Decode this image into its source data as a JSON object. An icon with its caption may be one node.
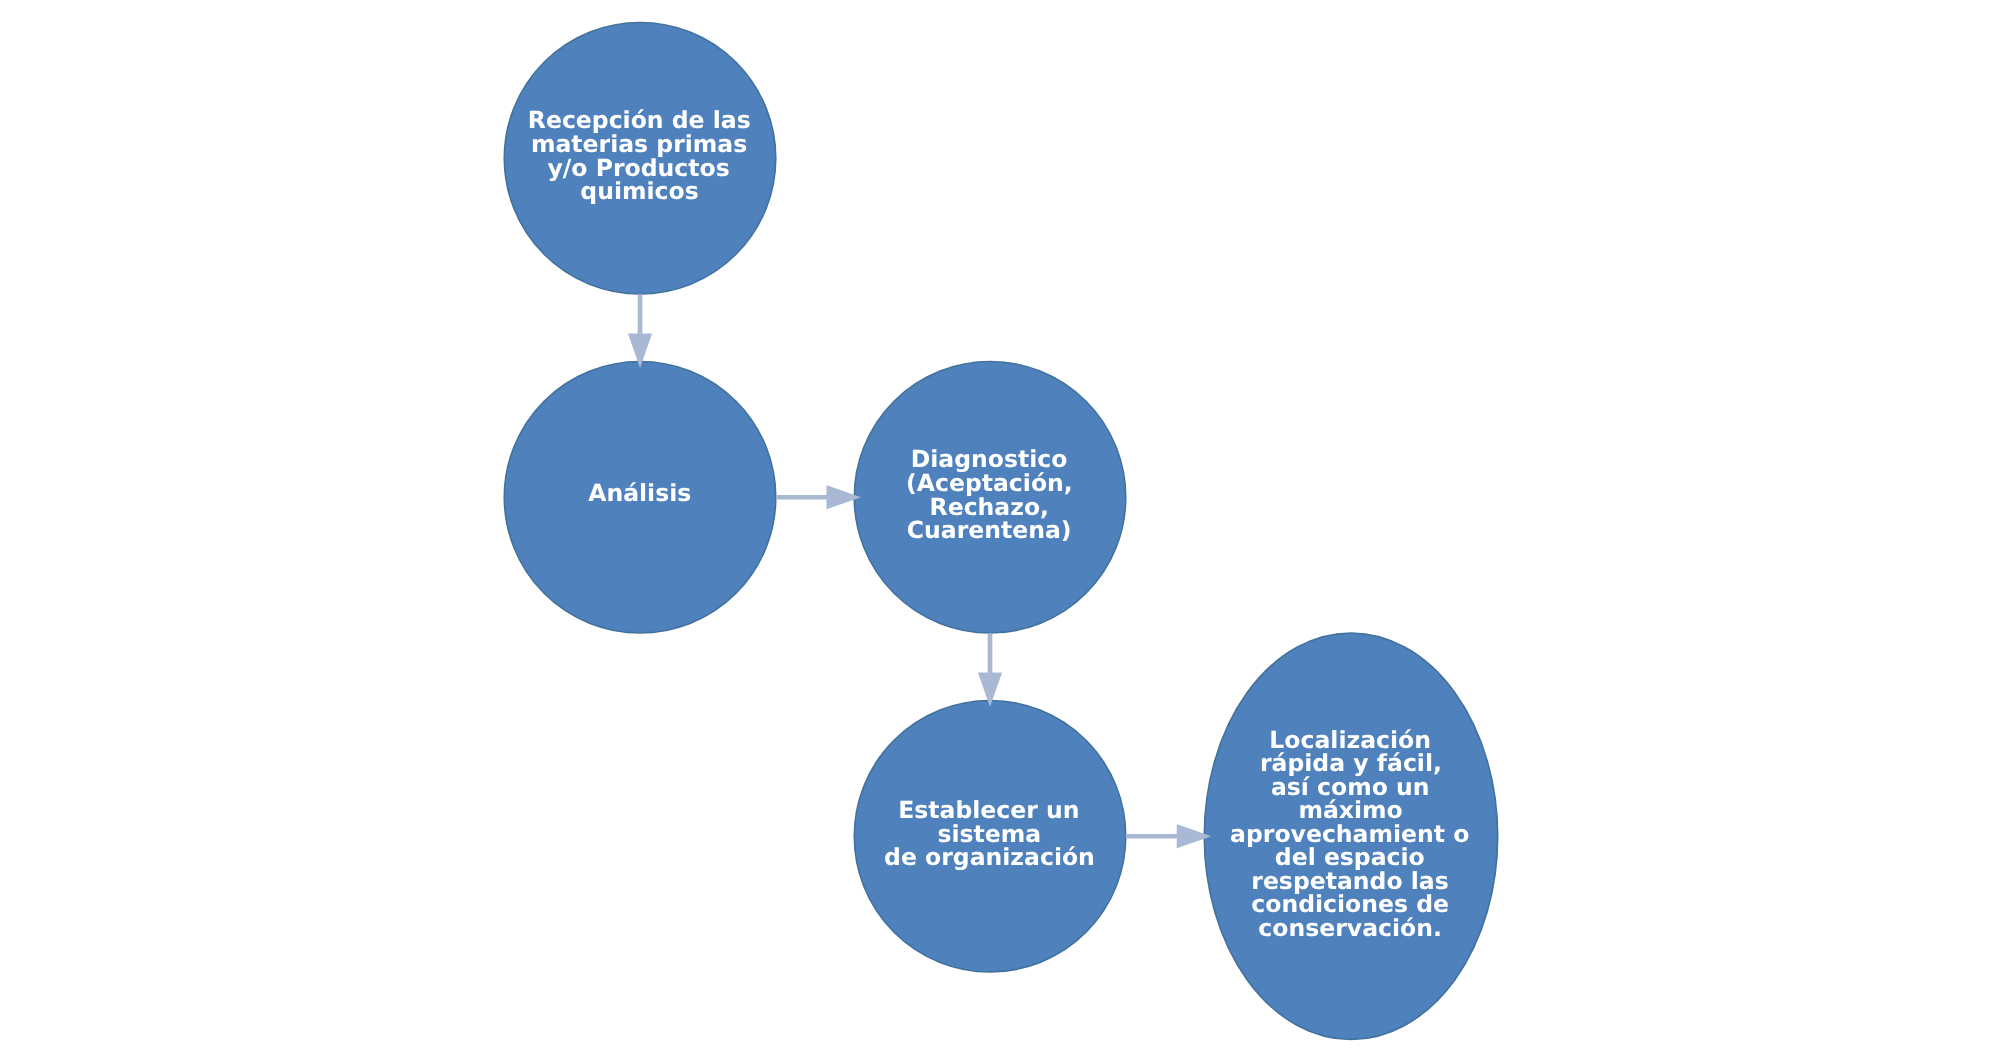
{
  "diagram": {
    "nodes": [
      {
        "text": [
          "Recepción de las materias primas y/o Productos quimicos"
        ]
      },
      {
        "text": [
          "Análisis"
        ]
      },
      {
        "text": [
          "Diagnostico (Aceptación, Rechazo, Cuarentena)"
        ]
      },
      {
        "text": [
          "Establecer un sistema",
          "de organización"
        ]
      },
      {
        "text": [
          "Localización rápida y fácil, así como un máximo",
          "aprovechamient o del espacio respetando las condiciones de conservación."
        ]
      }
    ],
    "edges": [
      {
        "from": 0,
        "to": 1,
        "arrow": "to"
      },
      {
        "from": 1,
        "to": 2,
        "arrow": "to"
      },
      {
        "from": 2,
        "to": 3,
        "arrow": "to"
      },
      {
        "from": 3,
        "to": 4,
        "arrow": "to"
      }
    ]
  }
}
